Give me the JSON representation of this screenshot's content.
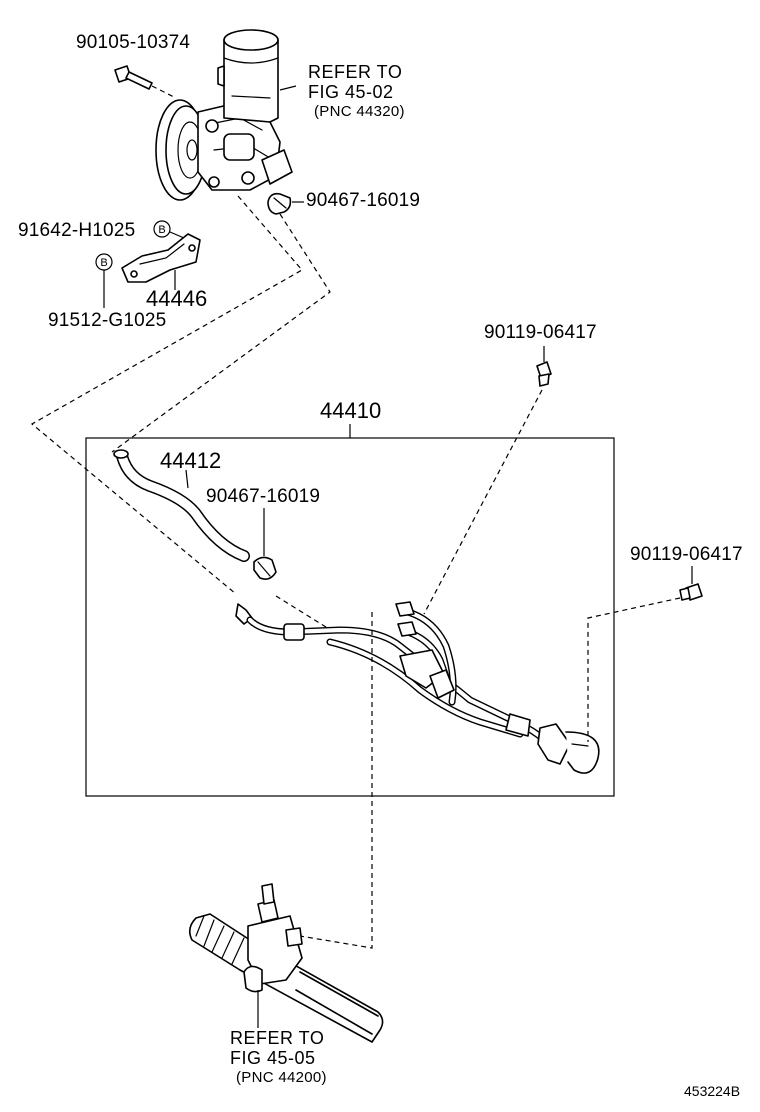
{
  "labels": {
    "bolt_top": "90105-10374",
    "clip_upper": "90467-16019",
    "bolt_b_upper": "91642-H1025",
    "bolt_b_lower": "91512-G1025",
    "bracket": "44446",
    "b_mark_1": "B",
    "b_mark_2": "B",
    "union_bolt_upper": "90119-06417",
    "assembly": "44410",
    "hose": "44412",
    "clip_lower": "90467-16019",
    "union_bolt_right": "90119-06417"
  },
  "refs": {
    "pump": {
      "line1": "REFER TO",
      "line2": "FIG 45-02",
      "line3": "(PNC 44320)"
    },
    "gear": {
      "line1": "REFER TO",
      "line2": "FIG 45-05",
      "line3": "(PNC 44200)"
    }
  },
  "diagram_code": "453224B"
}
